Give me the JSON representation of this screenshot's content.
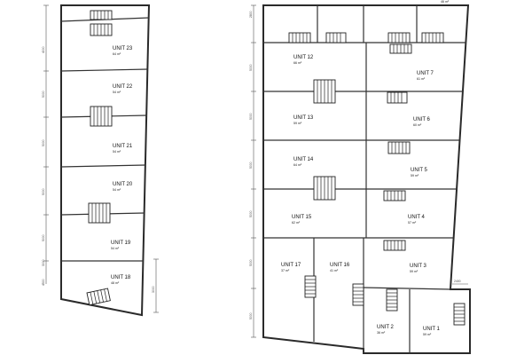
{
  "units": [
    {
      "id": "u23",
      "name": "UNIT 23",
      "area": "64 m²"
    },
    {
      "id": "u22",
      "name": "UNIT 22",
      "area": "54 m²"
    },
    {
      "id": "u21",
      "name": "UNIT 21",
      "area": "54 m²"
    },
    {
      "id": "u20",
      "name": "UNIT 20",
      "area": "54 m²"
    },
    {
      "id": "u19",
      "name": "UNIT 19",
      "area": "54 m²"
    },
    {
      "id": "u18",
      "name": "UNIT 18",
      "area": "48 m²"
    },
    {
      "id": "u12",
      "name": "UNIT 12",
      "area": "66 m²"
    },
    {
      "id": "u7",
      "name": "UNIT 7",
      "area": "61 m²"
    },
    {
      "id": "u13",
      "name": "UNIT 13",
      "area": "59 m²"
    },
    {
      "id": "u6",
      "name": "UNIT 6",
      "area": "60 m²"
    },
    {
      "id": "u14",
      "name": "UNIT 14",
      "area": "64 m²"
    },
    {
      "id": "u5",
      "name": "UNIT 5",
      "area": "59 m²"
    },
    {
      "id": "u15",
      "name": "UNIT 15",
      "area": "62 m²"
    },
    {
      "id": "u4",
      "name": "UNIT 4",
      "area": "57 m²"
    },
    {
      "id": "u17",
      "name": "UNIT 17",
      "area": "37 m²"
    },
    {
      "id": "u16",
      "name": "UNIT 16",
      "area": "41 m²"
    },
    {
      "id": "u3",
      "name": "UNIT 3",
      "area": "59 m²"
    },
    {
      "id": "u2",
      "name": "UNIT 2",
      "area": "36 m²"
    },
    {
      "id": "u1",
      "name": "UNIT 1",
      "area": "59 m²"
    }
  ],
  "partial_unit_area": "46 m²",
  "dimensions": {
    "left_side": [
      "4000",
      "5000",
      "5000",
      "5000",
      "5000",
      "3000",
      "4500"
    ],
    "left_right": "3000",
    "right_side": [
      "2800",
      "5000",
      "5000",
      "5000",
      "5000",
      "5000",
      "5000"
    ],
    "right_bottom": "2400"
  }
}
